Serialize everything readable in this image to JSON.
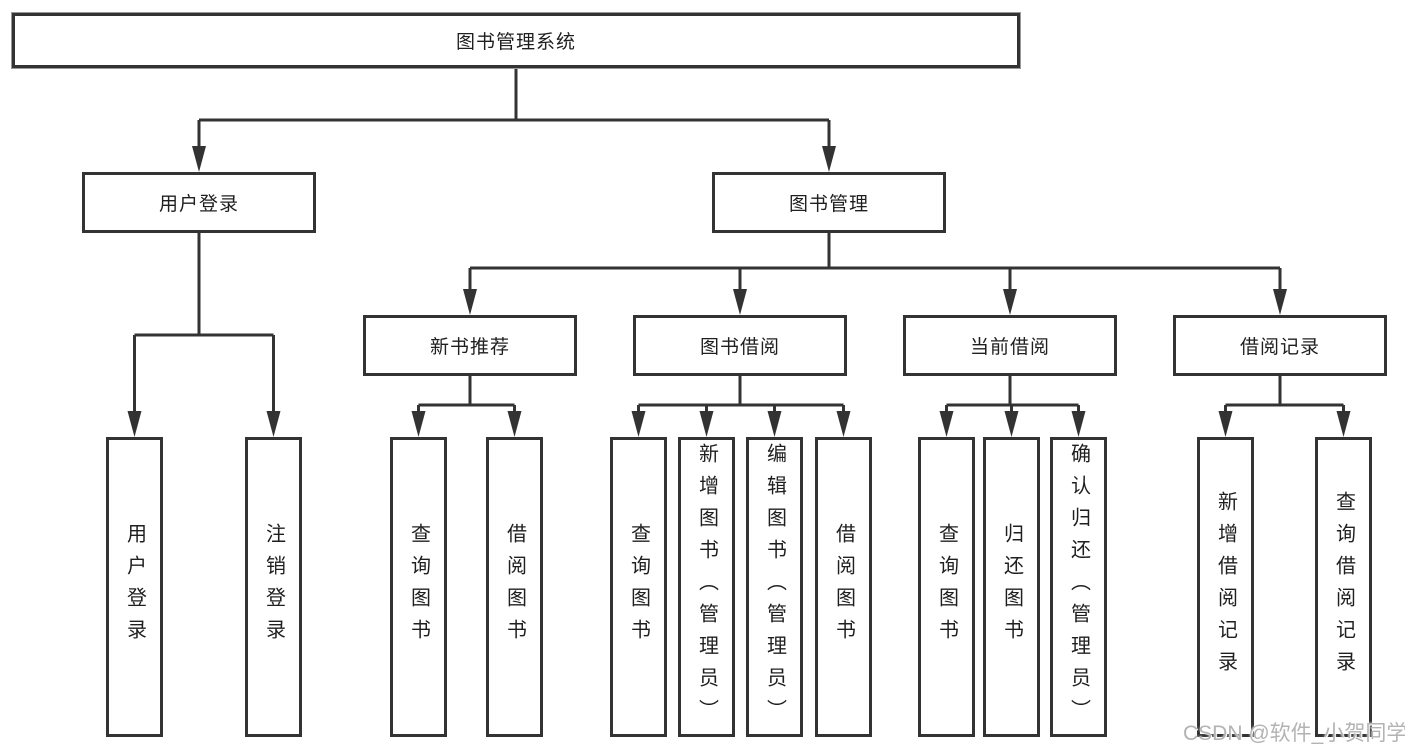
{
  "diagram_title": "图书管理系统",
  "colors": {
    "line": "#333333",
    "box_border": "#333333",
    "text": "#1f1f1f",
    "watermark": "#b3b3b3",
    "background": "#ffffff"
  },
  "tree": {
    "root": "图书管理系统",
    "level2": {
      "user": "用户登录",
      "book": "图书管理"
    },
    "user_children": [
      "用户登录",
      "注销登录"
    ],
    "modules": [
      "新书推荐",
      "图书借阅",
      "当前借阅",
      "借阅记录"
    ],
    "recommend_children": [
      "查询图书",
      "借阅图书"
    ],
    "borrow_children": [
      "查询图书",
      "新增图书（管理员）",
      "编辑图书（管理员）",
      "借阅图书"
    ],
    "current_children": [
      "查询图书",
      "归还图书",
      "确认归还（管理员）"
    ],
    "record_children": [
      "新增借阅记录",
      "查询借阅记录"
    ]
  },
  "watermark": "CSDN @软件_小贺同学"
}
